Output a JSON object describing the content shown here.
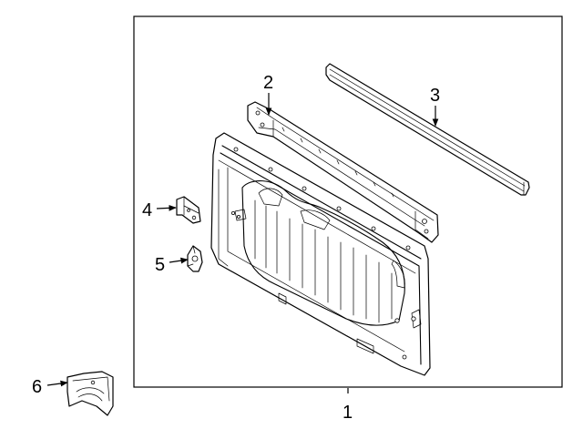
{
  "diagram": {
    "colors": {
      "line": "#000000",
      "background": "#ffffff"
    },
    "callouts": [
      {
        "id": "1",
        "label": "1"
      },
      {
        "id": "2",
        "label": "2"
      },
      {
        "id": "3",
        "label": "3"
      },
      {
        "id": "4",
        "label": "4"
      },
      {
        "id": "5",
        "label": "5"
      },
      {
        "id": "6",
        "label": "6"
      }
    ]
  }
}
